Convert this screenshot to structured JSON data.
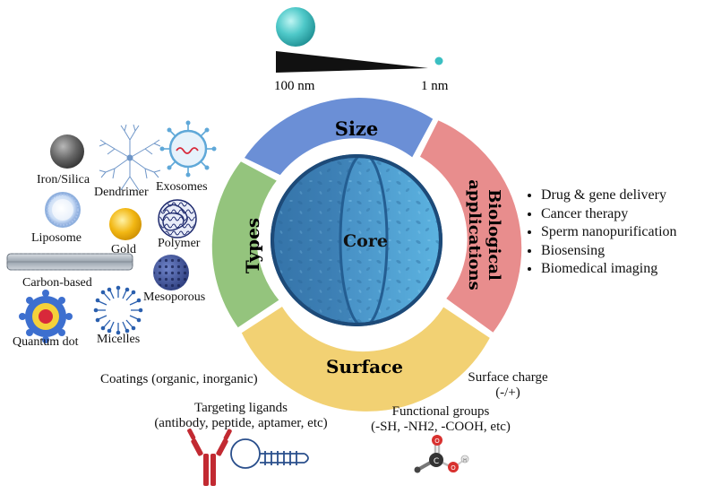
{
  "scale": {
    "large_label": "100 nm",
    "small_label": "1 nm"
  },
  "segments": {
    "size": "Size",
    "types": "Types",
    "biological_line1": "Biological",
    "biological_line2": "applications",
    "surface": "Surface",
    "core": "Core"
  },
  "nanoparticle_types": [
    "Iron/Silica",
    "Dendrimer",
    "Exosomes",
    "Liposome",
    "Gold",
    "Polymer",
    "Carbon-based",
    "Mesoporous",
    "Quantum dot",
    "Micelles"
  ],
  "applications": [
    "Drug & gene delivery",
    "Cancer therapy",
    "Sperm nanopurification",
    "Biosensing",
    "Biomedical imaging"
  ],
  "surface_features": {
    "coatings": "Coatings (organic, inorganic)",
    "charge_line1": "Surface charge",
    "charge_line2": "(-/+)",
    "ligands_line1": "Targeting ligands",
    "ligands_line2": "(antibody, peptide, aptamer, etc)",
    "groups_line1": "Functional groups",
    "groups_line2": "(-SH, -NH2, -COOH, etc)",
    "atom_c": "C",
    "atom_o": "O",
    "atom_h": "H"
  },
  "colors": {
    "size": "#6b8fd6",
    "types": "#94c47d",
    "biological": "#e88d8d",
    "surface": "#f2d173",
    "core": "#3d8bc4"
  }
}
